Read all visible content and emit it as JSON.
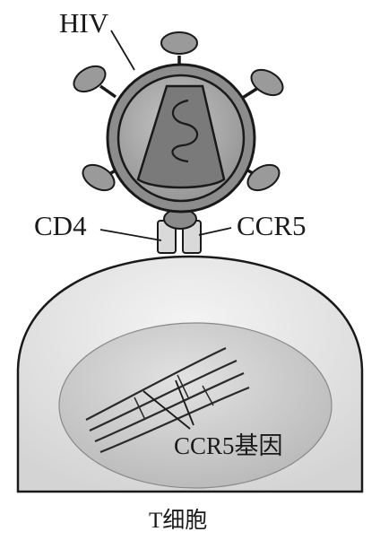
{
  "labels": {
    "virus": "HIV",
    "receptor_left": "CD4",
    "receptor_right": "CCR5",
    "gene": "CCR5基因",
    "cell": "T细胞"
  },
  "colors": {
    "outline": "#1a1a1a",
    "virus_envelope": "#8c8c8c",
    "virus_inner": "#a8a8a8",
    "capsid": "#7a7a7a",
    "spike": "#9a9a9a",
    "cell_body": "#e6e6e6",
    "nucleus": "#cfcfcf",
    "receptor_stalk": "#d9d9d9"
  }
}
